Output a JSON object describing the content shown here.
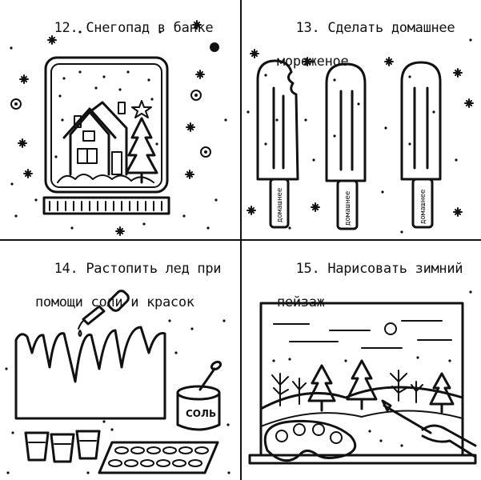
{
  "panels": [
    {
      "caption_line1": "12. Снегопад в банке",
      "caption_line2": ""
    },
    {
      "caption_line1": "13. Сделать домашнее",
      "caption_line2": "мороженое"
    },
    {
      "caption_line1": "14. Растопить лед при",
      "caption_line2": "помощи соли и красок"
    },
    {
      "caption_line1": "15. Нарисовать зимний",
      "caption_line2": "пейзаж"
    }
  ],
  "popsicle_stick_text": "домашнее",
  "salt_jar_label": "СОЛЬ",
  "colors": {
    "ink": "#111111",
    "paper": "#ffffff"
  },
  "icons": [
    "snow-globe",
    "house",
    "christmas-tree",
    "star",
    "popsicle",
    "dropper",
    "ice-block",
    "cup",
    "salt-jar",
    "spoon",
    "paint-tray",
    "window",
    "moon",
    "palette",
    "paintbrush",
    "hand"
  ]
}
